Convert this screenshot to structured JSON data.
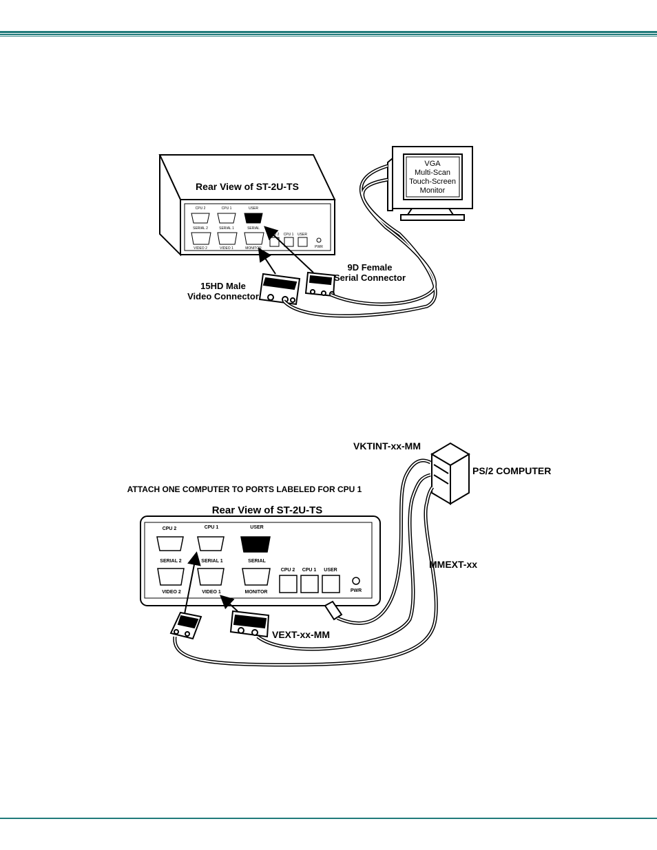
{
  "header": {
    "rule_color": "#1f7a7a"
  },
  "figure1": {
    "device_title": "Rear View of ST-2U-TS",
    "ports_top": [
      "CPU 2",
      "CPU 1",
      "USER"
    ],
    "ports_mid": [
      "SERIAL 2",
      "SERIAL 1",
      "SERIAL"
    ],
    "ports_bottom": [
      "VIDEO 2",
      "VIDEO 1",
      "MONITOR"
    ],
    "kb_ports": [
      "CPU 2",
      "CPU 1",
      "USER"
    ],
    "pwr": "PWR",
    "monitor_lines": [
      "VGA",
      "Multi-Scan",
      "Touch-Screen",
      "Monitor"
    ],
    "video_connector_lines": [
      "15HD Male",
      "Video  Connector"
    ],
    "serial_connector_lines": [
      "9D Female",
      "Serial Connector"
    ]
  },
  "figure2": {
    "instruction": "ATTACH ONE COMPUTER TO PORTS LABELED FOR CPU 1",
    "device_title": "Rear View of ST-2U-TS",
    "ports_top": [
      "CPU 2",
      "CPU 1",
      "USER"
    ],
    "ports_mid": [
      "SERIAL 2",
      "SERIAL 1",
      "SERIAL"
    ],
    "ports_bottom": [
      "VIDEO 2",
      "VIDEO 1",
      "MONITOR"
    ],
    "kb_ports": [
      "CPU 2",
      "CPU 1",
      "USER"
    ],
    "pwr": "PWR",
    "cable_kb": "VKTINT-xx-MM",
    "computer": "PS/2 COMPUTER",
    "cable_serial": "MMEXT-xx",
    "cable_video": "VEXT-xx-MM"
  }
}
